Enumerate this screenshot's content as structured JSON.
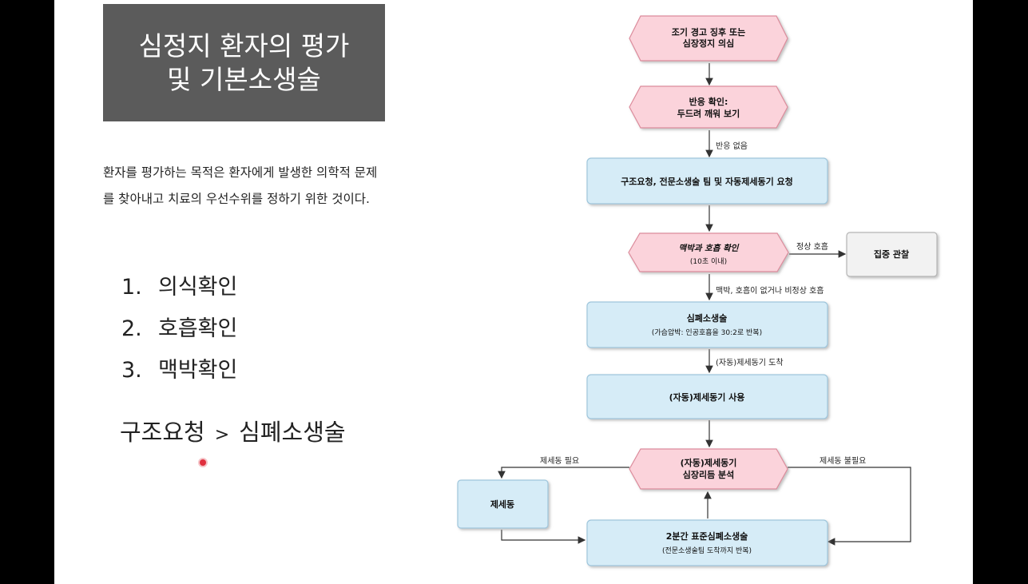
{
  "title": {
    "line1": "심정지 환자의 평가",
    "line2": "및 기본소생술"
  },
  "intro": {
    "line1": "환자를 평가하는 목적은 환자에게 발생한 의학적 문제",
    "line2": "를 찾아내고 치료의 우선수위를 정하기 위한 것이다."
  },
  "steps": [
    {
      "num": "1.",
      "label": "의식확인"
    },
    {
      "num": "2.",
      "label": "호흡확인"
    },
    {
      "num": "3.",
      "label": "맥박확인"
    }
  ],
  "summary": {
    "left": "구조요청",
    "sep": ">",
    "right": "심폐소생술"
  },
  "flowchart": {
    "nodes": {
      "warning": {
        "line1": "조기 경고 징후 또는",
        "line2": "심장정지 의심"
      },
      "response": {
        "line1": "반응 확인:",
        "line2": "두드려 깨워 보기"
      },
      "call": {
        "line1": "구조요청, 전문소생술 팀 및 자동제세동기 요청"
      },
      "pulse": {
        "line1": "맥박과 호흡 확인",
        "line2": "(10초 이내)"
      },
      "observe": {
        "line1": "집중 관찰"
      },
      "cpr": {
        "line1": "심폐소생술",
        "line2": "(가슴압박: 인공호흡을 30:2로 반복)"
      },
      "aed_use": {
        "line1": "(자동)제세동기 사용"
      },
      "analysis": {
        "line1": "(자동)제세동기",
        "line2": "심장리듬 분석"
      },
      "defib": {
        "line1": "제세동"
      },
      "cpr2": {
        "line1": "2분간 표준심폐소생술",
        "line2": "(전문소생술팀 도착까지 반복)"
      }
    },
    "edge_labels": {
      "no_response": "반응 없음",
      "normal_breathing": "정상 호흡",
      "no_pulse": "맥박, 호흡이 없거나 비정상 호흡",
      "aed_arrive": "(자동)제세동기 도착",
      "shock_needed": "제세동 필요",
      "shock_not_needed": "제세동 불필요"
    },
    "colors": {
      "pink_fill": "#fbd3db",
      "pink_stroke": "#dc8c9c",
      "blue_fill": "#d6ecf7",
      "blue_stroke": "#9fc6dc",
      "gray_fill": "#f2f2f2",
      "gray_stroke": "#b5b5b5"
    }
  }
}
